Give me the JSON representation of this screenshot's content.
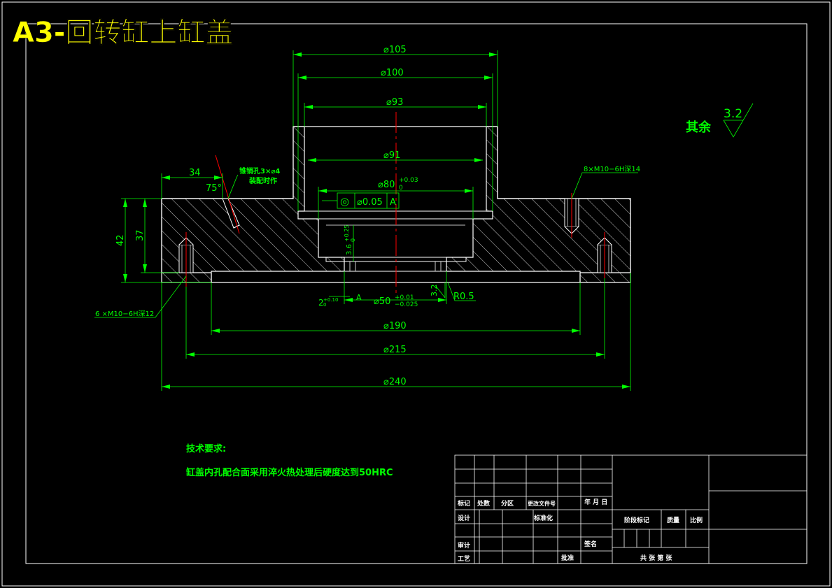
{
  "title": "A3-回转缸上缸盖",
  "colors": {
    "background": "#000000",
    "frame": "#ffffff",
    "dimension": "#00ff00",
    "centerline": "#ff0000",
    "title": "#ffff00",
    "part": "#ffffff"
  },
  "dimensions": {
    "d105": "⌀105",
    "d100": "⌀100",
    "d93": "⌀93",
    "d91": "⌀91",
    "d80": "⌀80",
    "d80_tol_upper": "+0.03",
    "d80_tol_lower": "0",
    "coaxiality_symbol": "◎",
    "coaxiality_value": "⌀0.05",
    "datum": "A",
    "d34": "34",
    "angle75": "75°",
    "d42": "42",
    "d37": "37",
    "d3_6": "3.6",
    "d3_6_tol_upper": "+0.25",
    "d3_6_tol_lower": "0",
    "d50": "⌀50",
    "d50_tol_upper": "+0.01",
    "d50_tol_lower": "−0.025",
    "d2": "2",
    "d2_tol_upper": "+0.10",
    "d2_tol_lower": "0",
    "d32": "3.2",
    "r05": "R0.5",
    "d190": "⌀190",
    "d215": "⌀215",
    "d240": "⌀240",
    "datum_a": "A"
  },
  "annotations": {
    "pin_hole_line1": "锥销孔3×⌀4",
    "pin_hole_line2": "装配时作",
    "thread_right": "8×M10−6H深14",
    "thread_left": "6 ×M10−6H深12",
    "roughness_label": "其余",
    "roughness_value": "3.2"
  },
  "tech_requirements": {
    "heading": "技术要求:",
    "line1": "缸盖内孔配合面采用淬火热处理后硬度达到50HRC"
  },
  "title_block": {
    "mark": "标记",
    "count": "处数",
    "zone": "分区",
    "change_doc": "更改文件号",
    "ymd": "年 月 日",
    "design": "设计",
    "standardize": "标准化",
    "review": "审计",
    "process": "工艺",
    "signature": "签名",
    "approve": "批准",
    "stage_mark": "阶段标记",
    "weight": "质量",
    "scale": "比例",
    "sheets": "共   张   第   张"
  }
}
